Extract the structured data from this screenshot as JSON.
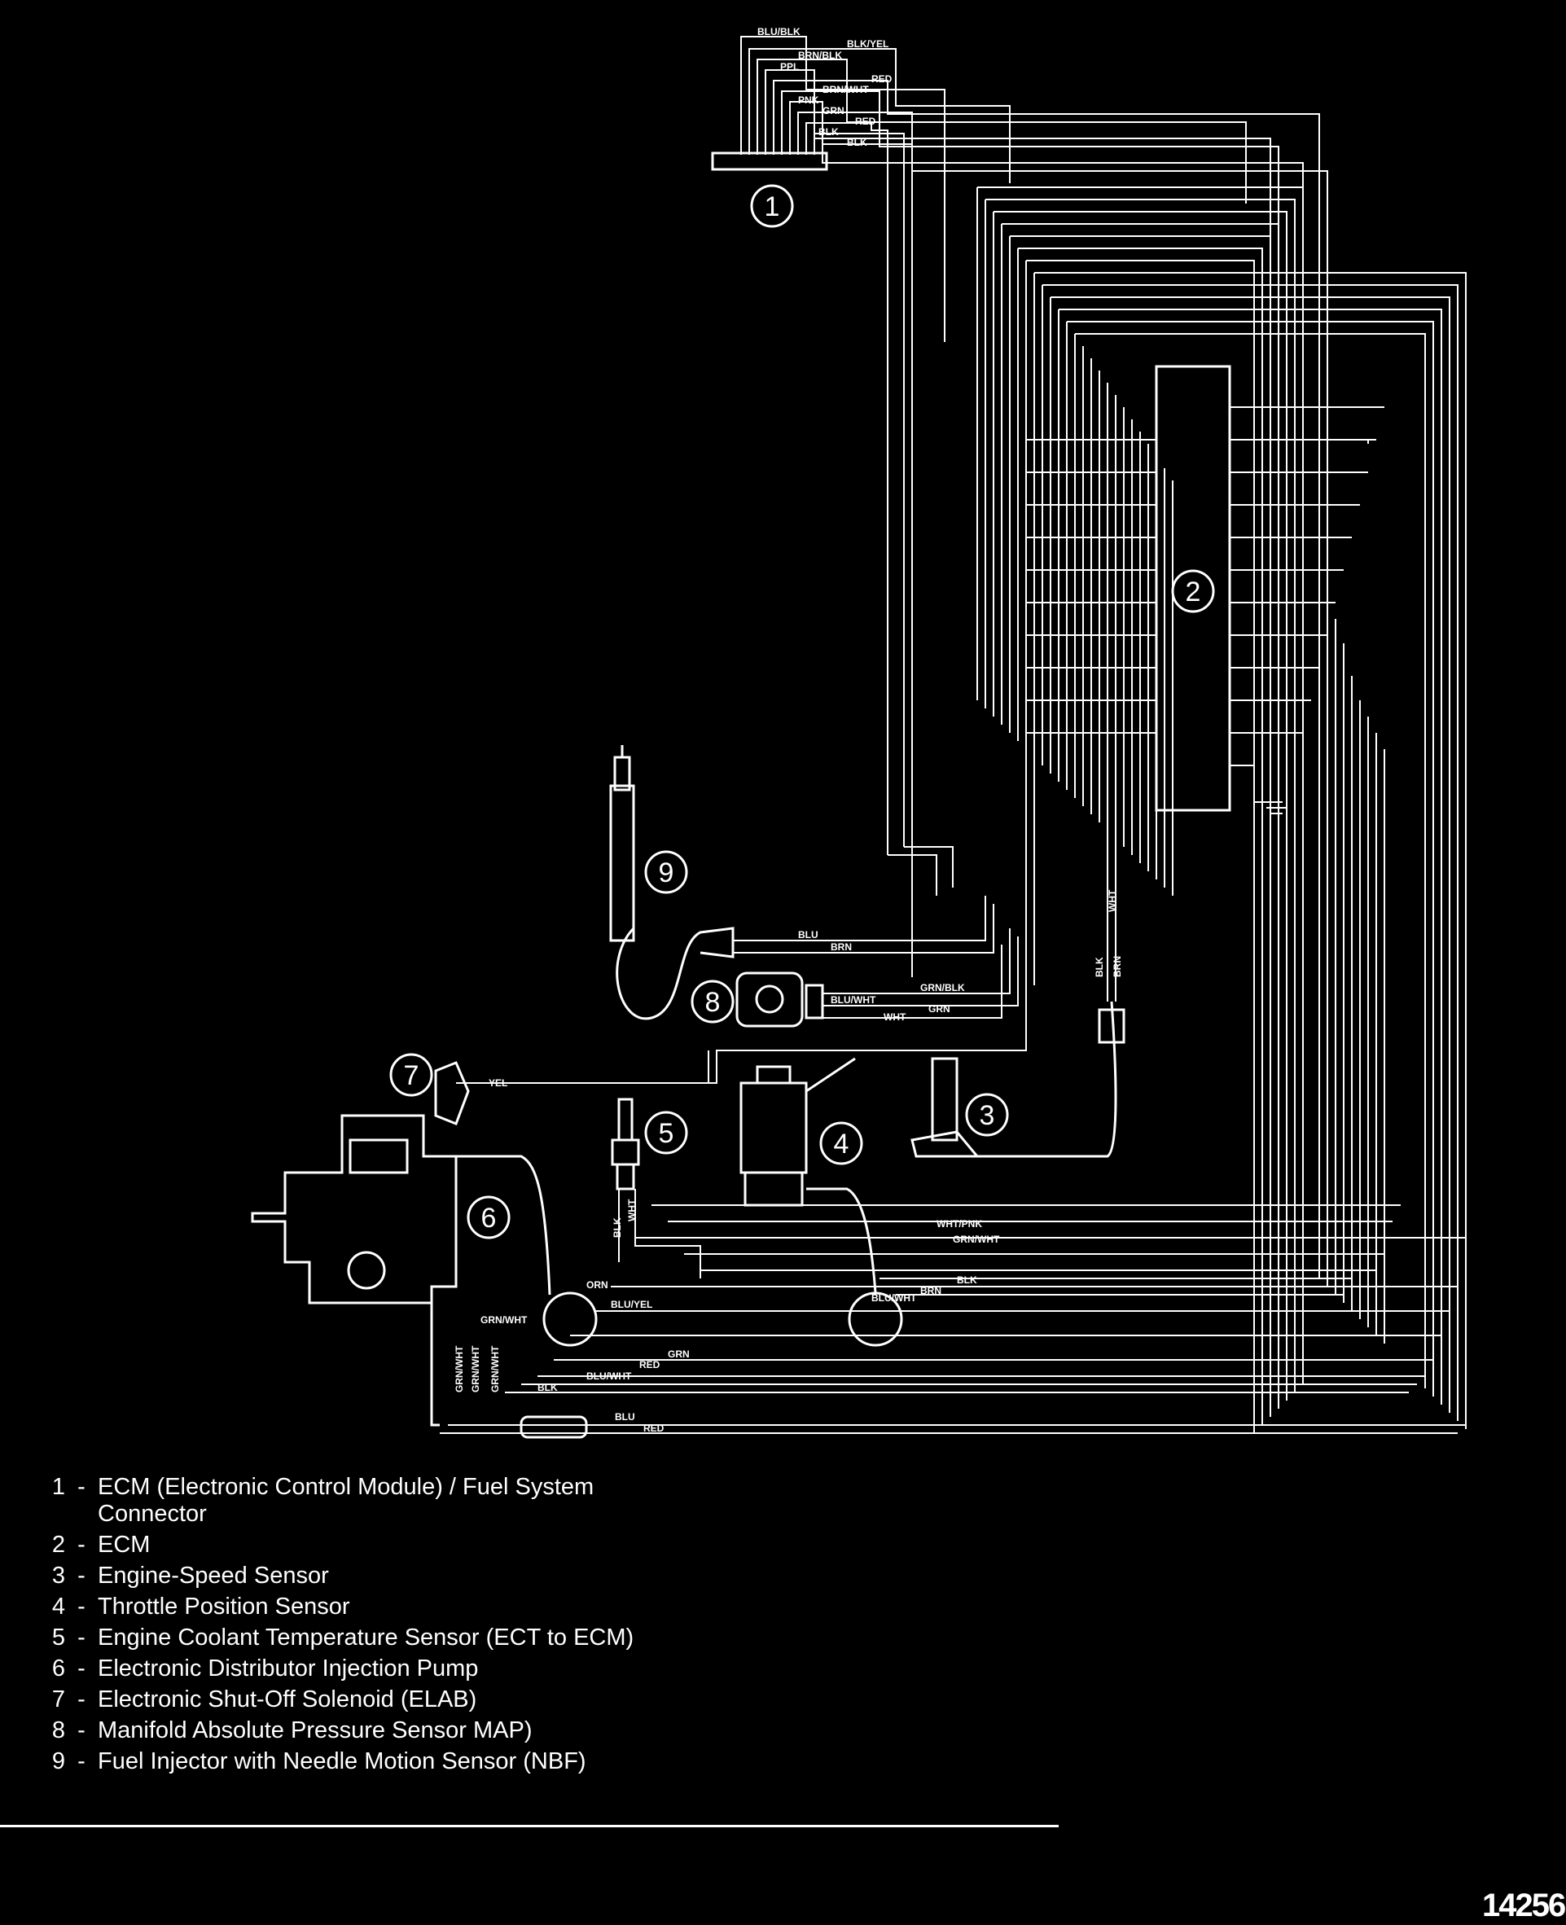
{
  "figure": {
    "number": "14256"
  },
  "components": [
    {
      "num": "1",
      "label": "1"
    },
    {
      "num": "2",
      "label": "2"
    },
    {
      "num": "3",
      "label": "3"
    },
    {
      "num": "4",
      "label": "4"
    },
    {
      "num": "5",
      "label": "5"
    },
    {
      "num": "6",
      "label": "6"
    },
    {
      "num": "7",
      "label": "7"
    },
    {
      "num": "8",
      "label": "8"
    },
    {
      "num": "9",
      "label": "9"
    }
  ],
  "wire_labels": {
    "c1_blu_blk": "BLU/BLK",
    "c1_blk_yel": "BLK/YEL",
    "c1_brn_blk": "BRN/BLK",
    "c1_ppl": "PPL",
    "c1_red_1": "RED",
    "c1_brn_wht": "BRN/WHT",
    "c1_pnk": "PNK",
    "c1_grn": "GRN",
    "c1_red_2": "RED",
    "c1_blk_1": "BLK",
    "c1_blk_2": "BLK",
    "inj_blu": "BLU",
    "inj_brn": "BRN",
    "map_blu_wht": "BLU/WHT",
    "map_grn_blk": "GRN/BLK",
    "map_wht": "WHT",
    "map_grn": "GRN",
    "sol_yel": "YEL",
    "spd_blk": "BLK",
    "spd_brn": "BRN",
    "spd_wht": "WHT",
    "ect_blk": "BLK",
    "ect_wht": "WHT",
    "tps_wht_pnk": "WHT/PNK",
    "tps_grn_wht": "GRN/WHT",
    "tps_blk": "BLK",
    "tps_brn": "BRN",
    "tps_blu_wht": "BLU/WHT",
    "pump_orn": "ORN",
    "pump_blu_yel": "BLU/YEL",
    "pump_grn_wht": "GRN/WHT",
    "pump_grn": "GRN",
    "pump_red": "RED",
    "pump_blu_wht": "BLU/WHT",
    "pump_blk": "BLK",
    "pump_grn_wht_a": "GRN/WHT",
    "pump_grn_wht_b": "GRN/WHT",
    "pump_grn_wht_c": "GRN/WHT",
    "bot_blu": "BLU",
    "bot_red": "RED"
  },
  "legend": [
    {
      "num": "1",
      "text": "ECM (Electronic Control Module) / Fuel System Connector"
    },
    {
      "num": "2",
      "text": "ECM"
    },
    {
      "num": "3",
      "text": "Engine-Speed Sensor"
    },
    {
      "num": "4",
      "text": "Throttle Position Sensor"
    },
    {
      "num": "5",
      "text": "Engine Coolant Temperature Sensor (ECT to ECM)"
    },
    {
      "num": "6",
      "text": "Electronic Distributor Injection Pump"
    },
    {
      "num": "7",
      "text": "Electronic Shut-Off Solenoid (ELAB)"
    },
    {
      "num": "8",
      "text": "Manifold Absolute Pressure Sensor MAP)"
    },
    {
      "num": "9",
      "text": "Fuel Injector with Needle Motion Sensor (NBF)"
    }
  ]
}
